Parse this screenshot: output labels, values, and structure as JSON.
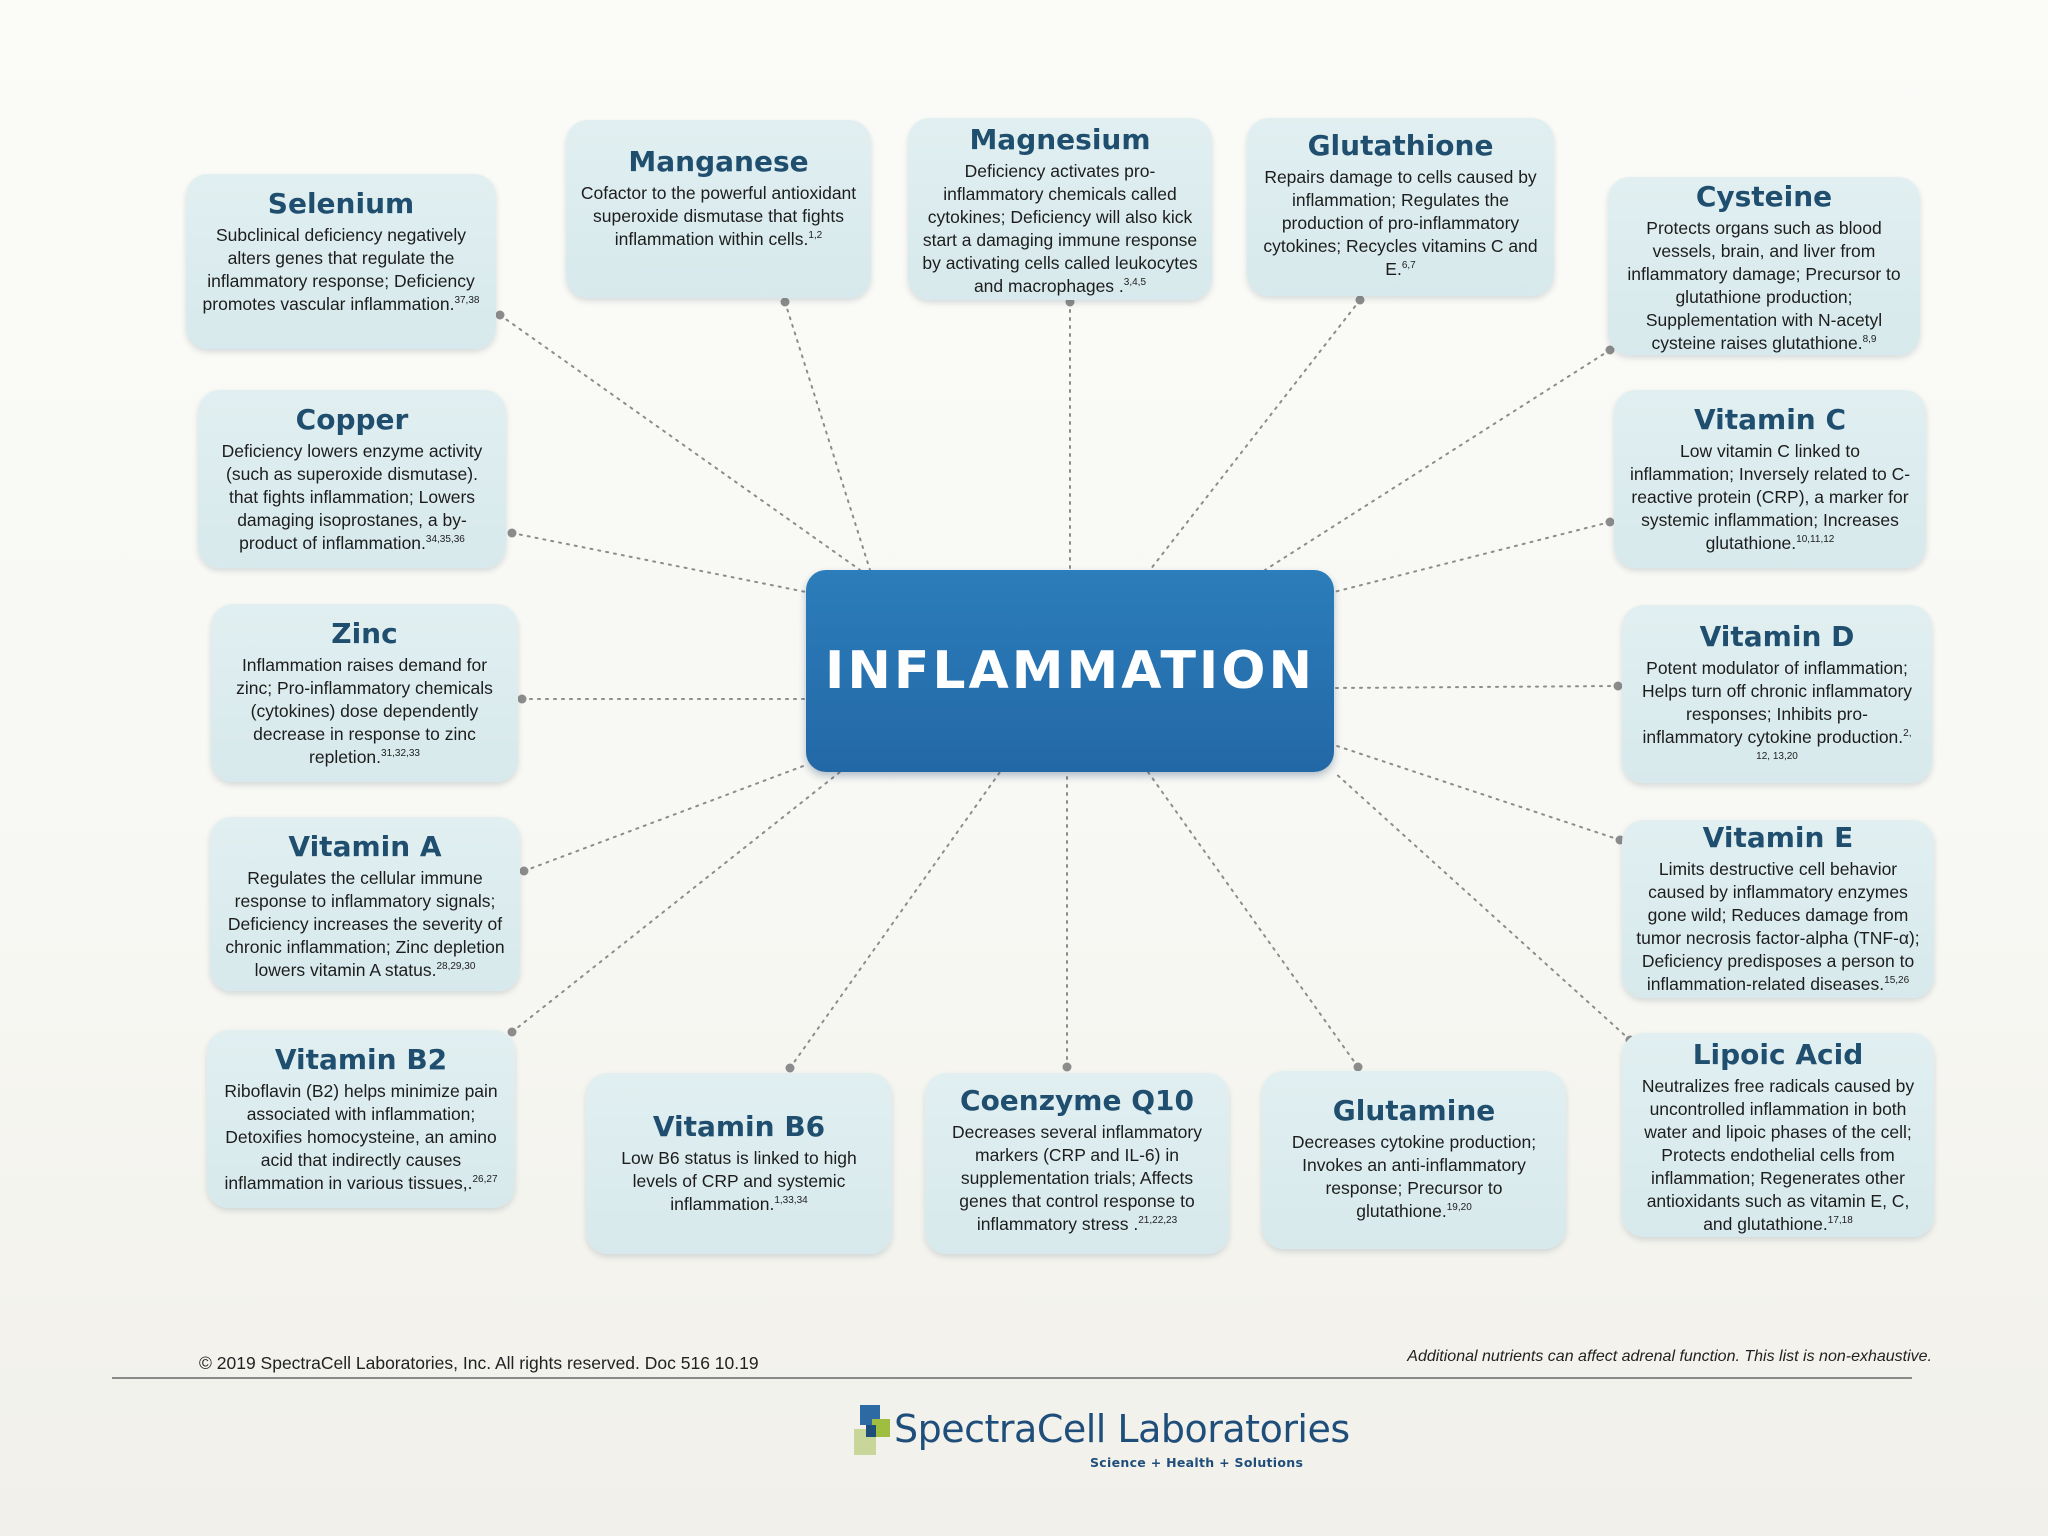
{
  "center": {
    "label": "INFLAMMATION"
  },
  "nutrients": [
    {
      "name": "Selenium",
      "description": "Subclinical deficiency negatively alters genes that regulate the inflammatory response; Deficiency promotes vascular inflammation.",
      "refs": "37,38"
    },
    {
      "name": "Manganese",
      "description": "Cofactor to the powerful antioxidant superoxide dismutase that fights inflammation within cells.",
      "refs": "1,2"
    },
    {
      "name": "Magnesium",
      "description": "Deficiency activates pro-inflammatory chemicals called cytokines; Deficiency will also kick start a damaging immune response by activating cells called leukocytes and macrophages .",
      "refs": "3,4,5"
    },
    {
      "name": "Glutathione",
      "description": "Repairs damage to cells caused by inflammation; Regulates the production of pro-inflammatory cytokines; Recycles vitamins C and E.",
      "refs": "6,7"
    },
    {
      "name": "Cysteine",
      "description": "Protects organs such as blood vessels, brain, and liver from inflammatory damage; Precursor to glutathione production; Supplementation with N-acetyl cysteine raises glutathione.",
      "refs": "8,9"
    },
    {
      "name": "Copper",
      "description": "Deficiency lowers enzyme activity (such as superoxide dismutase). that fights inflammation; Lowers damaging isoprostanes, a by-product of inflammation.",
      "refs": "34,35,36"
    },
    {
      "name": "Vitamin C",
      "description": "Low vitamin C linked to inflammation; Inversely related to C-reactive protein (CRP), a marker for systemic inflammation; Increases glutathione.",
      "refs": "10,11,12"
    },
    {
      "name": "Zinc",
      "description": "Inflammation raises demand for zinc; Pro-inflammatory chemicals (cytokines) dose dependently decrease in response to zinc repletion.",
      "refs": "31,32,33"
    },
    {
      "name": "Vitamin D",
      "description": "Potent modulator of inflammation; Helps turn off chronic inflammatory responses; Inhibits pro-inflammatory cytokine production.",
      "refs": "2, 12, 13,20"
    },
    {
      "name": "Vitamin A",
      "description": "Regulates the cellular immune response to inflammatory signals; Deficiency increases the severity of chronic inflammation; Zinc depletion lowers vitamin A status.",
      "refs": "28,29,30"
    },
    {
      "name": "Vitamin E",
      "description": "Limits destructive cell behavior caused by inflammatory enzymes gone wild; Reduces damage from tumor necrosis factor-alpha (TNF-α); Deficiency predisposes a person to inflammation-related diseases.",
      "refs": "15,26"
    },
    {
      "name": "Vitamin B2",
      "description": "Riboflavin (B2) helps minimize pain associated with inflammation; Detoxifies homocysteine, an amino acid that indirectly causes inflammation in various tissues,.",
      "refs": "26,27"
    },
    {
      "name": "Vitamin B6",
      "description": "Low B6 status is linked to high levels of CRP and systemic inflammation.",
      "refs": "1,33,34"
    },
    {
      "name": "Coenzyme Q10",
      "description": "Decreases several inflammatory markers (CRP and IL-6) in supplementation trials; Affects genes that control response to inflammatory stress .",
      "refs": "21,22,23"
    },
    {
      "name": "Glutamine",
      "description": "Decreases cytokine production; Invokes an anti-inflammatory response; Precursor to glutathione.",
      "refs": "19,20"
    },
    {
      "name": "Lipoic Acid",
      "description": "Neutralizes free radicals caused by uncontrolled inflammation in both water and lipoic phases of the cell; Protects endothelial cells from inflammation; Regenerates other antioxidants such as vitamin E, C, and glutathione.",
      "refs": "17,18"
    }
  ],
  "footer": {
    "copyright": "© 2019 SpectraCell Laboratories, Inc. All rights reserved. Doc 516 10.19",
    "note": "Additional nutrients can affect adrenal function. This list is non-exhaustive."
  },
  "brand": {
    "name": "SpectraCell Laboratories",
    "tagline": "Science + Health + Solutions"
  },
  "colors": {
    "center_fill": "#2572b2",
    "card_fill": "#dcecef",
    "title_color": "#1f4e6f",
    "connector_color": "#8c8c8c",
    "brand_color": "#1f4e7a"
  }
}
